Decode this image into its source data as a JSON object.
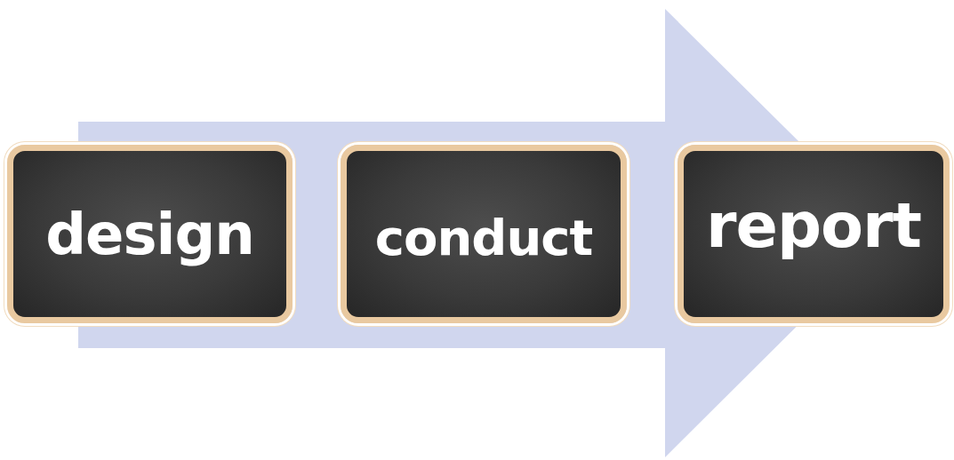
{
  "diagram": {
    "nodes": [
      {
        "text": [
          "design"
        ]
      },
      {
        "text": [
          "conduct"
        ]
      },
      {
        "text": [
          "report"
        ]
      }
    ]
  }
}
